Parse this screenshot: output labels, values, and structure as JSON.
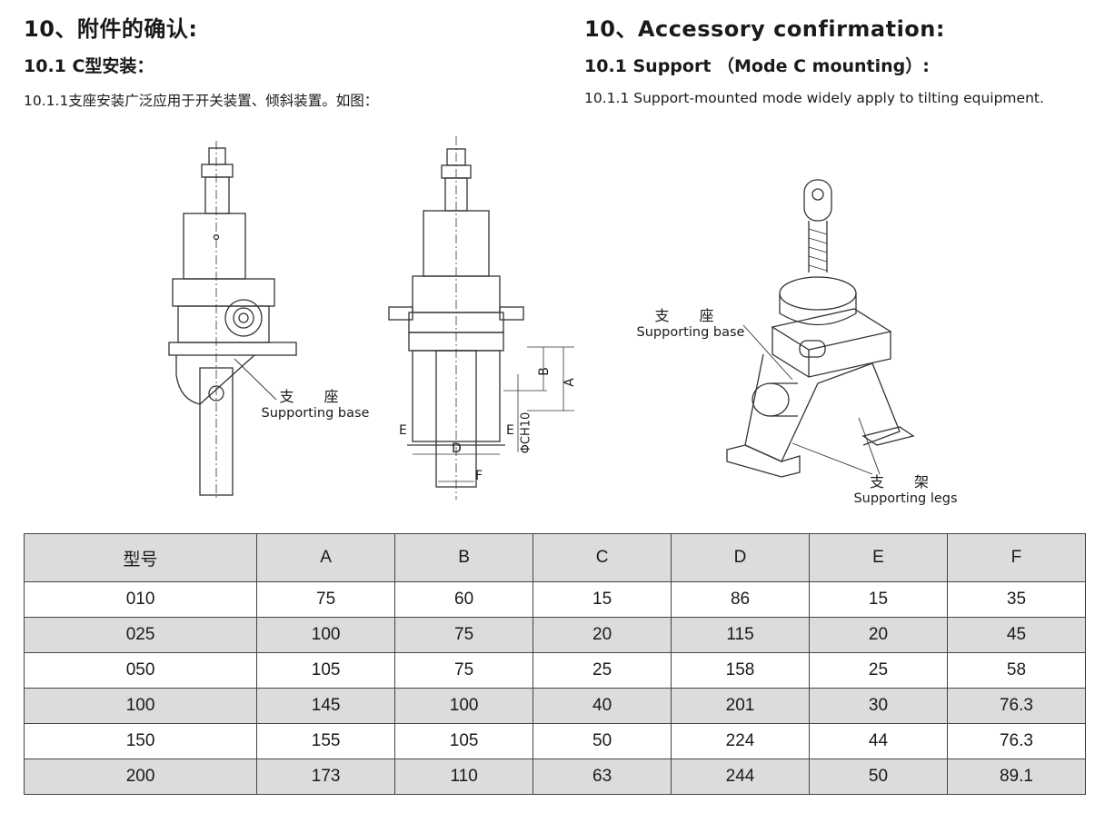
{
  "left": {
    "heading": "10、附件的确认:",
    "subheading": "10.1 C型安装：",
    "paragraph": "10.1.1支座安装广泛应用于开关装置、倾斜装置。如图："
  },
  "right": {
    "heading": "10、Accessory confirmation:",
    "subheading": "10.1 Support  （Mode C mounting）:",
    "paragraph": "10.1.1 Support-mounted mode widely apply to tilting equipment."
  },
  "labels": {
    "support_base_zh": "支 座",
    "support_base_en": "Supporting base",
    "support_legs_zh": "支 架",
    "support_legs_en": "Supporting legs"
  },
  "dims": {
    "A": "A",
    "B": "B",
    "C": "ΦCH10",
    "D": "D",
    "E": "E",
    "F": "F"
  },
  "table": {
    "headers": [
      "型号",
      "A",
      "B",
      "C",
      "D",
      "E",
      "F"
    ],
    "rows": [
      [
        "010",
        "75",
        "60",
        "15",
        "86",
        "15",
        "35"
      ],
      [
        "025",
        "100",
        "75",
        "20",
        "115",
        "20",
        "45"
      ],
      [
        "050",
        "105",
        "75",
        "25",
        "158",
        "25",
        "58"
      ],
      [
        "100",
        "145",
        "100",
        "40",
        "201",
        "30",
        "76.3"
      ],
      [
        "150",
        "155",
        "105",
        "50",
        "224",
        "44",
        "76.3"
      ],
      [
        "200",
        "173",
        "110",
        "63",
        "244",
        "50",
        "89.1"
      ]
    ]
  }
}
